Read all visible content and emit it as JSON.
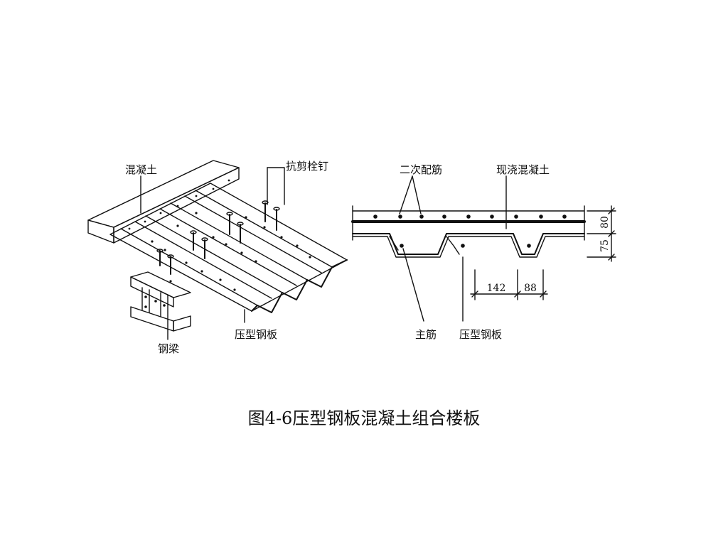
{
  "labels": {
    "concrete": "混凝土",
    "shear_stud": "抗剪栓钉",
    "pressed_steel_deck_left": "压型钢板",
    "steel_beam": "钢梁",
    "secondary_rebar": "二次配筋",
    "cast_in_place_concrete": "现浇混凝土",
    "main_rebar": "主筋",
    "pressed_steel_deck_right": "压型钢板"
  },
  "dimensions": {
    "slab_thickness": "80",
    "rib_depth": "75",
    "rib_pitch": "142",
    "rib_width": "88"
  },
  "caption": "图4-6压型钢板混凝土组合楼板"
}
